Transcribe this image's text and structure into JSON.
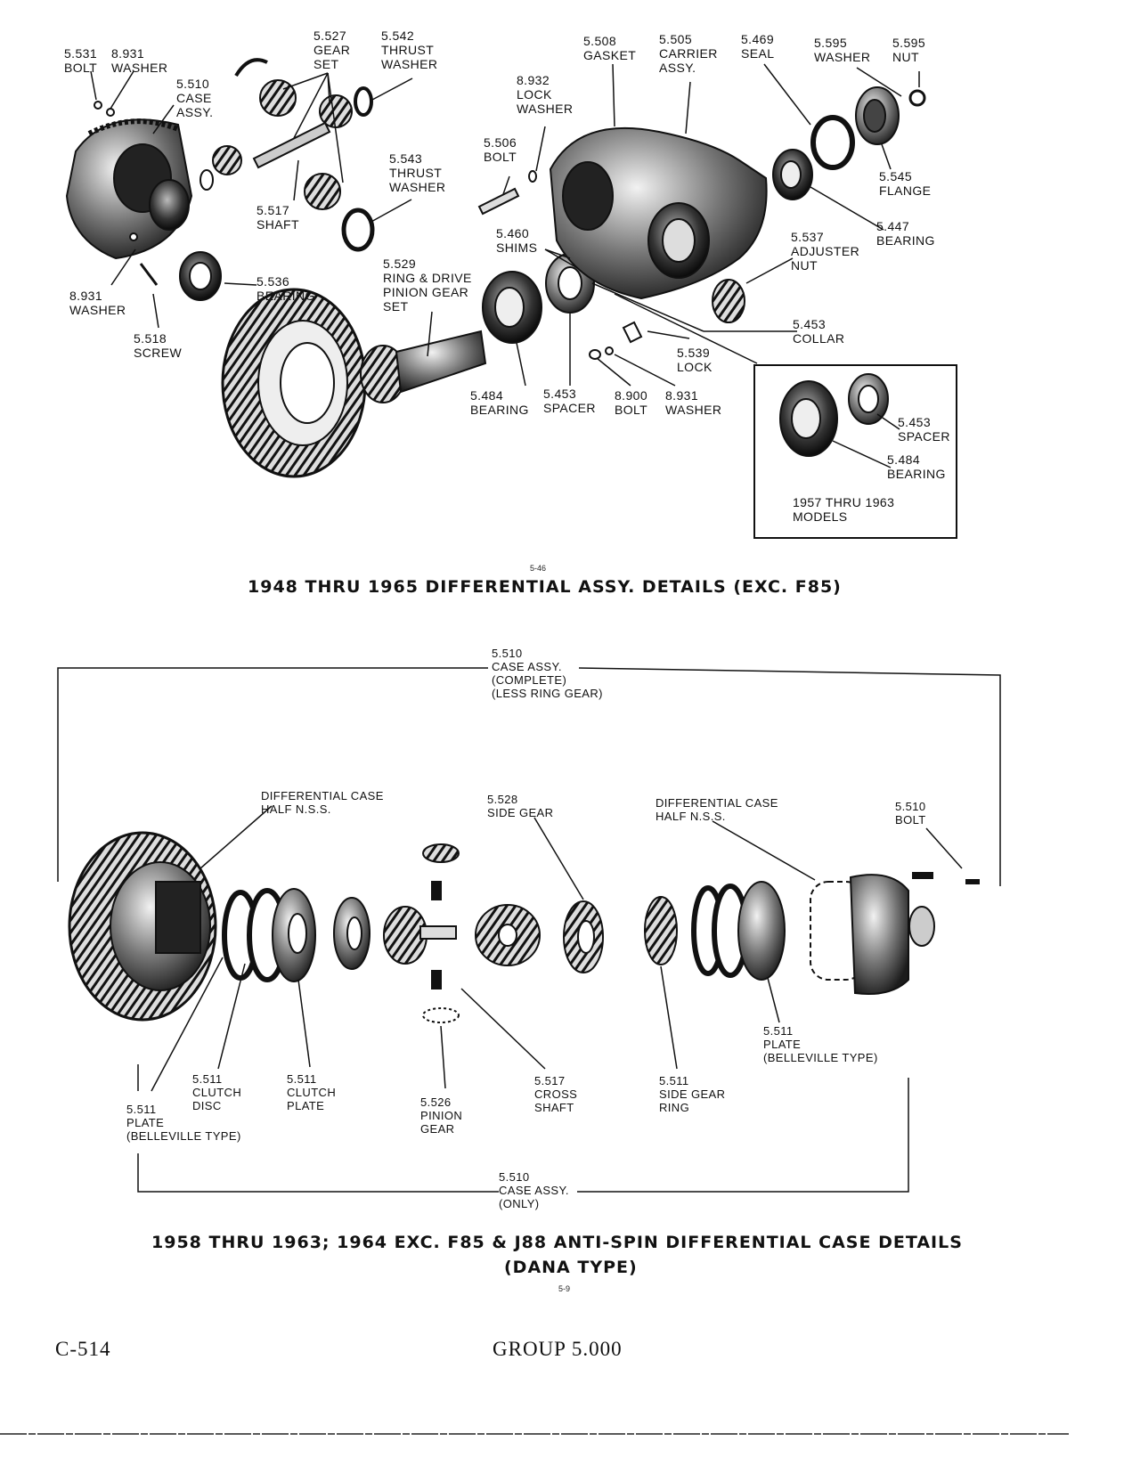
{
  "top_diagram": {
    "labels": {
      "bolt_5531": "5.531\nBOLT",
      "washer_8931_top": "8.931\nWASHER",
      "case_5510": "5.510\nCASE\nASSY.",
      "gear_set_5527": "5.527\nGEAR\nSET",
      "thrust_washer_5542": "5.542\nTHRUST\nWASHER",
      "gasket_5508": "5.508\nGASKET",
      "carrier_5505": "5.505\nCARRIER\nASSY.",
      "seal_5469": "5.469\nSEAL",
      "washer_5595": "5.595\nWASHER",
      "nut_5595": "5.595\nNUT",
      "lock_washer_8932": "8.932\nLOCK\nWASHER",
      "bolt_5506": "5.506\nBOLT",
      "thrust_washer_5543": "5.543\nTHRUST\nWASHER",
      "shaft_5517": "5.517\nSHAFT",
      "flange_5545": "5.545\nFLANGE",
      "bearing_5447": "5.447\nBEARING",
      "shims_5460": "5.460\nSHIMS",
      "adjuster_nut_5537": "5.537\nADJUSTER\nNUT",
      "ring_pinion_5529": "5.529\nRING & DRIVE\nPINION GEAR\nSET",
      "bearing_5536": "5.536\nBEARING",
      "washer_8931_left": "8.931\nWASHER",
      "screw_5518": "5.518\nSCREW",
      "collar_5453": "5.453\nCOLLAR",
      "lock_5539": "5.539\nLOCK",
      "bearing_5484": "5.484\nBEARING",
      "spacer_5453": "5.453\nSPACER",
      "bolt_8900": "8.900\nBOLT",
      "washer_8931_bottom": "8.931\nWASHER"
    },
    "inset": {
      "spacer": "5.453\nSPACER",
      "bearing": "5.484\nBEARING",
      "caption": "1957 THRU 1963\nMODELS"
    },
    "fig_no": "5-46",
    "title": "1948 THRU 1965 DIFFERENTIAL ASSY. DETAILS (EXC. F85)"
  },
  "bottom_diagram": {
    "labels": {
      "case_complete": "5.510\nCASE ASSY.\n(COMPLETE)\n(LESS RING GEAR)",
      "case_half_left": "DIFFERENTIAL CASE\nHALF N.S.S.",
      "side_gear_5528": "5.528\nSIDE GEAR",
      "case_half_right": "DIFFERENTIAL CASE\nHALF N.S.S.",
      "bolt_5510": "5.510\nBOLT",
      "plate_belleville_right": "5.511\nPLATE\n(BELLEVILLE TYPE)",
      "clutch_disc": "5.511\nCLUTCH\nDISC",
      "clutch_plate": "5.511\nCLUTCH\nPLATE",
      "cross_shaft": "5.517\nCROSS\nSHAFT",
      "side_gear_ring": "5.511\nSIDE GEAR\nRING",
      "plate_belleville_left": "5.511\nPLATE\n(BELLEVILLE TYPE)",
      "pinion_gear": "5.526\nPINION\nGEAR",
      "case_only": "5.510\nCASE ASSY.\n(ONLY)"
    },
    "title_line1": "1958 THRU 1963; 1964 EXC. F85 & J88 ANTI-SPIN DIFFERENTIAL CASE DETAILS",
    "title_line2": "(DANA TYPE)",
    "fig_no": "5-9"
  },
  "footer": {
    "page": "C-514",
    "group": "GROUP 5.000"
  }
}
